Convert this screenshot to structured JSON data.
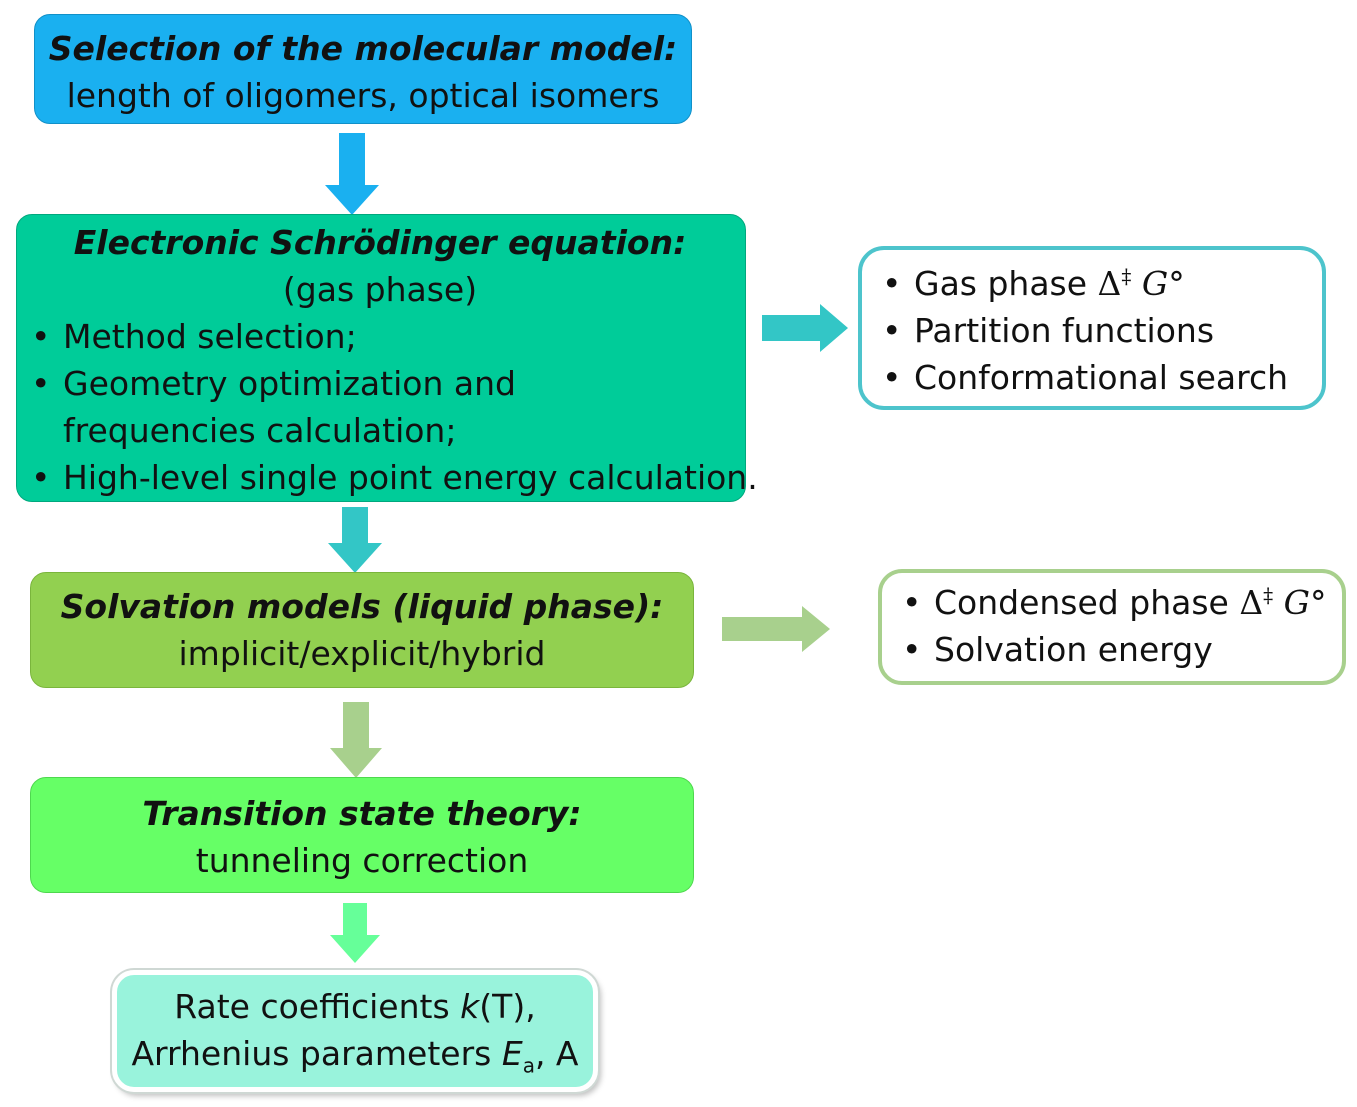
{
  "boxes": {
    "molecular_model": {
      "title": "Selection of the molecular model:",
      "subtitle": "length of oligomers, optical isomers"
    },
    "schrodinger": {
      "title": "Electronic Schrödinger equation:",
      "subtitle": "(gas phase)",
      "items": [
        "Method selection;",
        "Geometry optimization and frequencies calculation;",
        "High-level single point energy calculation."
      ]
    },
    "solvation": {
      "title": "Solvation models (liquid phase):",
      "subtitle": "implicit/explicit/hybrid"
    },
    "tst": {
      "title": "Transition state theory:",
      "subtitle": "tunneling correction"
    },
    "rate": {
      "line1_prefix": "Rate coefficients ",
      "line1_k": "k",
      "line1_suffix": "(T),",
      "line2_prefix": "Arrhenius parameters ",
      "line2_E": "E",
      "line2_sub": "a",
      "line2_suffix": ", A"
    }
  },
  "side_boxes": {
    "gas": {
      "item1_text": "Gas phase ",
      "delta": "Δ",
      "dagger": "‡",
      "g": "G",
      "degree": "°",
      "item2": "Partition functions",
      "item3": "Conformational search"
    },
    "condensed": {
      "item1_text": "Condensed  phase ",
      "delta": "Δ",
      "dagger": "‡",
      "g": "G",
      "degree": "°",
      "item2": "Solvation energy"
    }
  },
  "colors": {
    "box1": "#1ab0f0",
    "box2": "#00cc99",
    "box3": "#92d050",
    "box4": "#66ff66",
    "box5": "#99f3dc",
    "arrow1": "#1ab0f0",
    "arrow2": "#33c6c6",
    "arrow3": "#a8d08d",
    "arrow4": "#66ff99",
    "side_gas_border": "#4dc4cc",
    "side_condensed_border": "#a8d08d"
  }
}
